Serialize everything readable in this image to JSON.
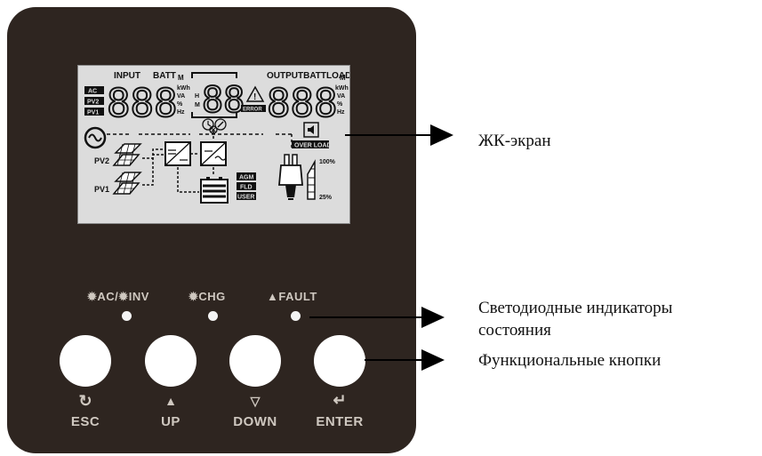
{
  "lcd": {
    "input_label": "INPUT",
    "batt_label": "BATT",
    "output_batt_load_label": "OUTPUTBATTLOAD",
    "unit_m": "M",
    "unit_kwh": "kWh",
    "unit_va": "VA",
    "unit_percent": "%",
    "unit_hz": "Hz",
    "unit_h": "H",
    "ac_tag": "AC",
    "pv2_tag": "PV2",
    "pv1_tag": "PV1",
    "left_digits": "888",
    "center_digits": "88",
    "right_digits": "888",
    "error_tag": "ERROR",
    "overload_tag": "OVER LOAD",
    "pv2_label": "PV2",
    "pv1_label": "PV1",
    "agm_tag": "AGM",
    "fld_tag": "FLD",
    "user_tag": "USER",
    "load_100": "100%",
    "load_25": "25%"
  },
  "indicators": {
    "ac_inv": "AC/",
    "inv": "INV",
    "chg": "CHG",
    "fault": "FAULT"
  },
  "buttons": {
    "esc": {
      "label": "ESC",
      "symbol": "↻"
    },
    "up": {
      "label": "UP",
      "symbol": "▲"
    },
    "down": {
      "label": "DOWN",
      "symbol": "▽"
    },
    "enter": {
      "label": "ENTER",
      "symbol": "↵"
    }
  },
  "callouts": {
    "lcd_screen": "ЖК-экран",
    "led_line1": "Светодиодные индикаторы",
    "led_line2": "состояния",
    "function_buttons": "Функциональные кнопки"
  },
  "colors": {
    "panel": "#2e2520",
    "lcd_background": "#dcdcdc",
    "legend_text": "#cfc8c0"
  }
}
